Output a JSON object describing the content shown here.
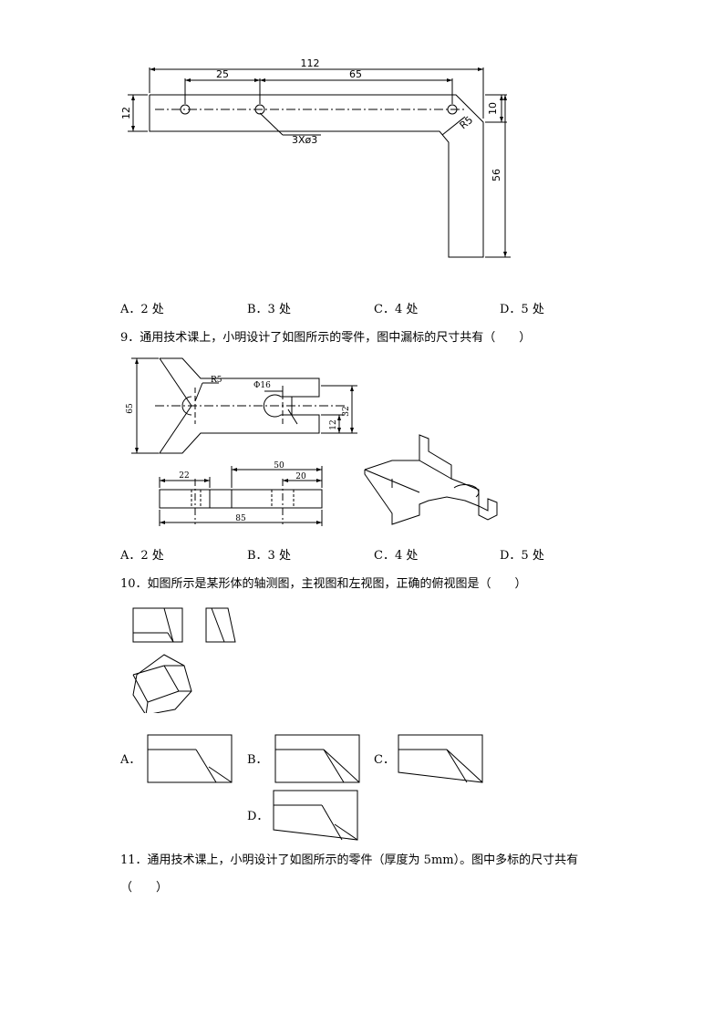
{
  "fig8": {
    "dim_total": "112",
    "dim_left": "25",
    "dim_mid": "65",
    "dim_height": "12",
    "dim_holes": "3Xø3",
    "dim_radius": "R5",
    "dim_corner": "10",
    "dim_vertical": "56"
  },
  "q8_options": [
    "A．2 处",
    "B．3 处",
    "C．4 处",
    "D．5 处"
  ],
  "q9": {
    "text": "9．通用技术课上，小明设计了如图所示的零件，图中漏标的尺寸共有（　　）",
    "dims": {
      "r5": "R5",
      "phi16": "Φ16",
      "h65": "65",
      "h32": "32",
      "h12": "12",
      "w22": "22",
      "w50": "50",
      "w20": "20",
      "w85": "85"
    },
    "options": [
      "A．2 处",
      "B．3 处",
      "C．4 处",
      "D．5 处"
    ]
  },
  "q10": {
    "text": "10．如图所示是某形体的轴测图，主视图和左视图，正确的俯视图是（　　）",
    "labels": [
      "A．",
      "B．",
      "C．",
      "D．"
    ]
  },
  "q11": {
    "text_line1": "11．通用技术课上，小明设计了如图所示的零件（厚度为 5mm）。图中多标的尺寸共有",
    "text_line2": "（　　）"
  }
}
